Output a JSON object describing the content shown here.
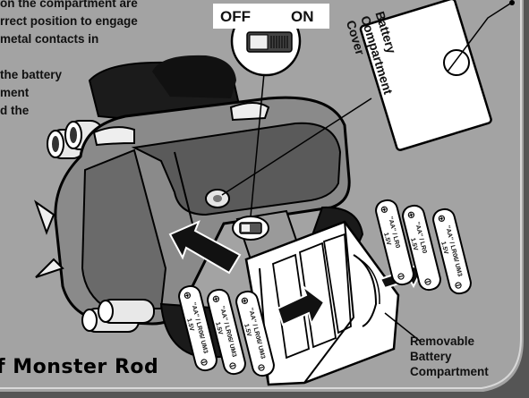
{
  "instructions": {
    "lines": [
      "on the compartment are",
      "rrect position to engage",
      "metal contacts in"
    ],
    "lines2": [
      "the battery",
      "ment",
      "d the"
    ]
  },
  "switch": {
    "off_label": "OFF",
    "on_label": "ON"
  },
  "labels": {
    "battery_cover": [
      "Battery",
      "Compartment",
      "Cover"
    ],
    "removable": [
      "Removable",
      "Battery",
      "Compartment"
    ]
  },
  "title": "f Monster Rod",
  "battery": {
    "positive": "⊕",
    "negative": "⊖",
    "text": "\"AA\" / LR06/ UM3",
    "voltage": "1.5V",
    "text_short_top": "\"AA\" / LR0",
    "voltage_top": "1.5V",
    "text_um3": "UM3"
  },
  "colors": {
    "background": "#a3a3a3",
    "body_dark": "#555555",
    "body_mid": "#8a8a8a",
    "outline": "#111111",
    "white": "#ffffff"
  }
}
